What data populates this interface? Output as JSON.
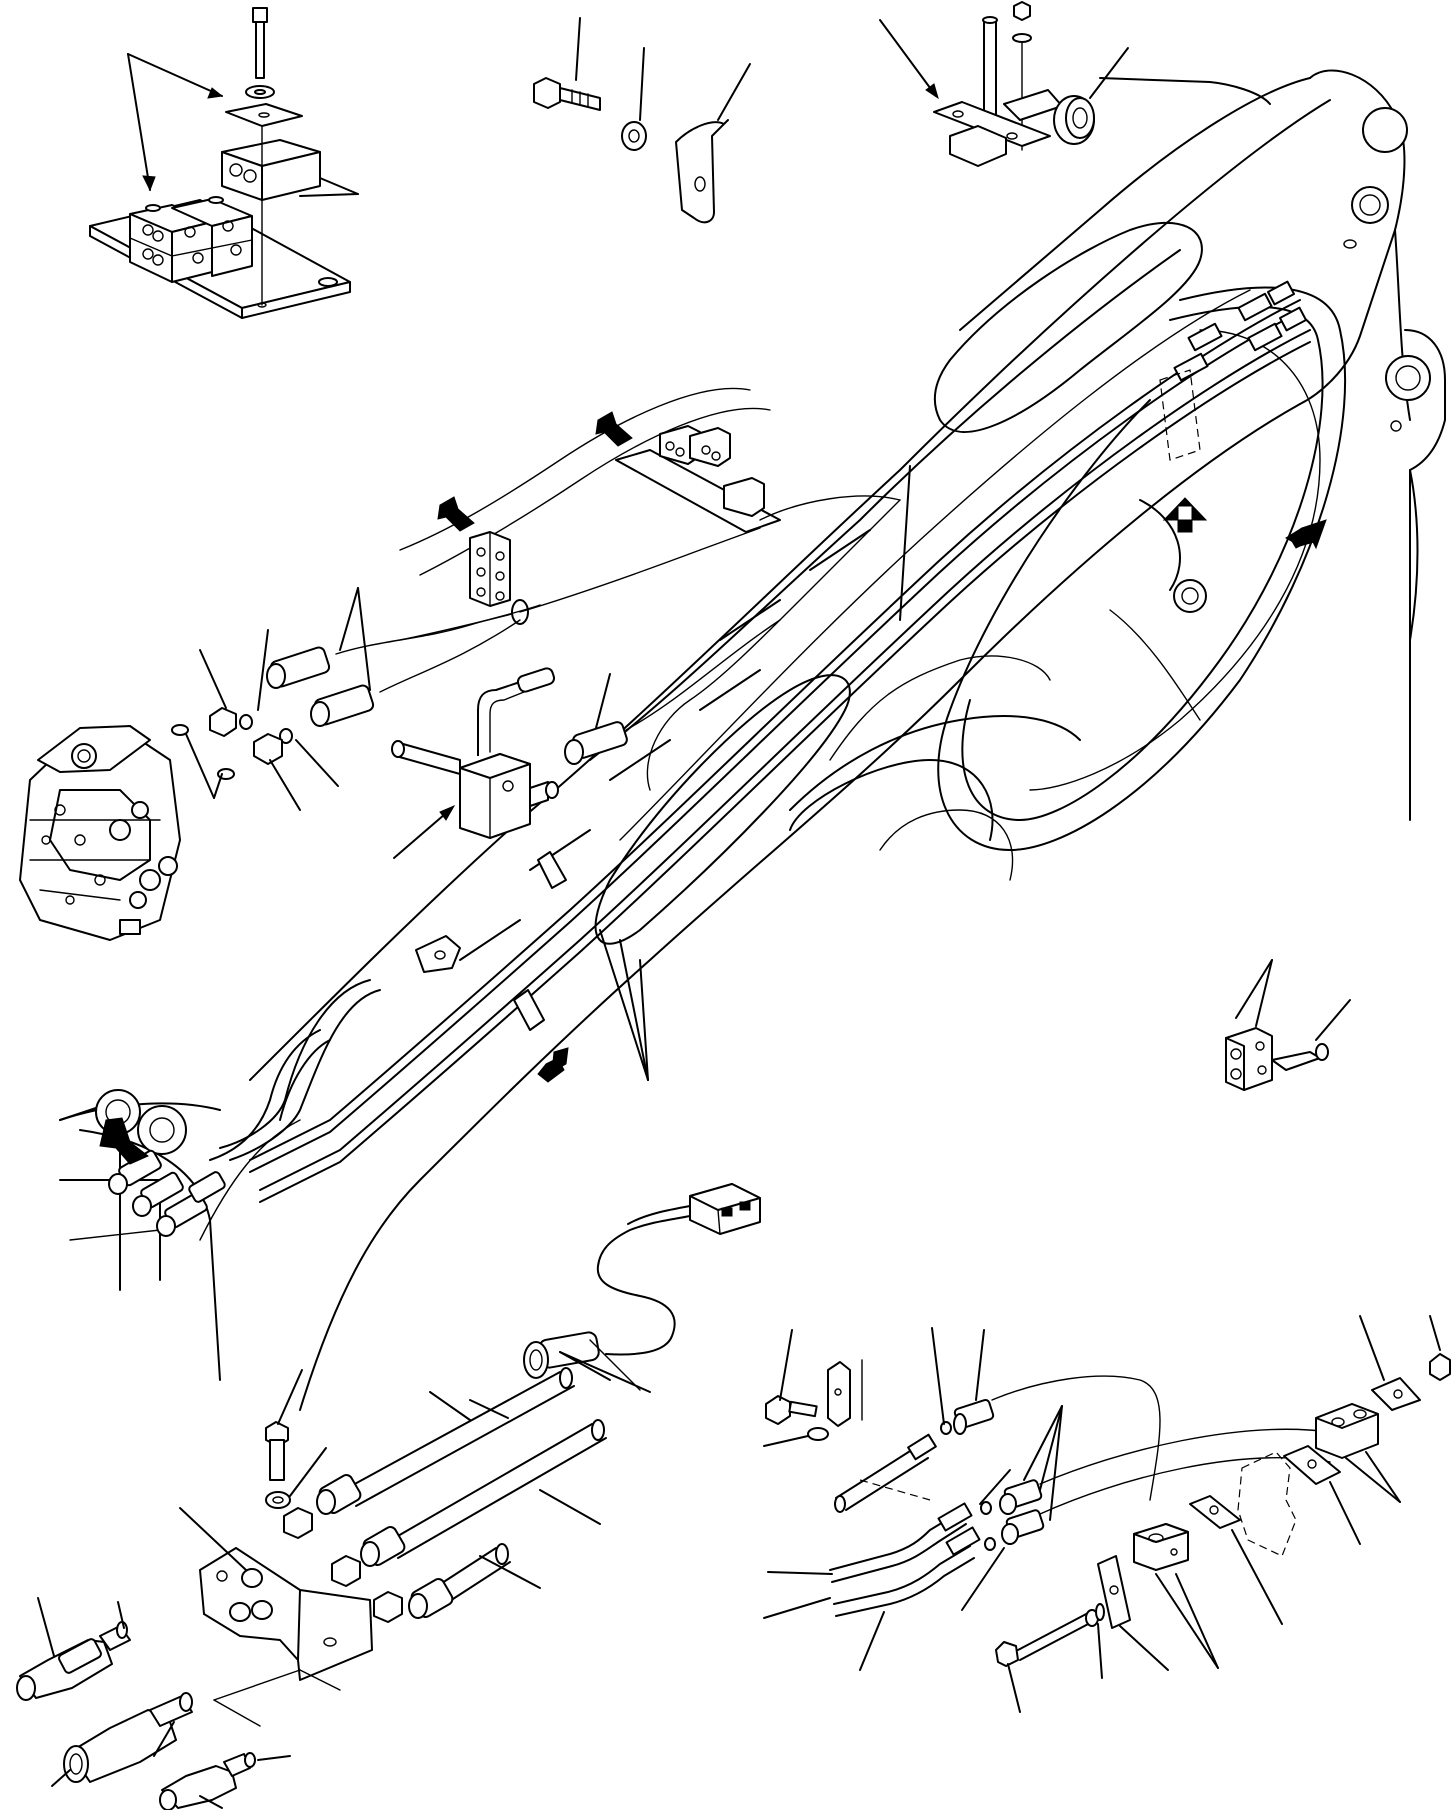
{
  "figure": {
    "description_text": "",
    "style": {
      "line_color": "#000000",
      "background": "#ffffff"
    },
    "callout_arrows": [
      "bold-arrow-icon"
    ],
    "components": [
      "clamp-block-assembly",
      "bolt-and-washer",
      "clip-bracket",
      "grommet-bracket",
      "control-valve",
      "hose-fittings",
      "check-valve",
      "boom-arm",
      "hydraulic-lines",
      "electrical-connector",
      "quick-coupler-bracket",
      "tube-clamp-assembly"
    ]
  }
}
